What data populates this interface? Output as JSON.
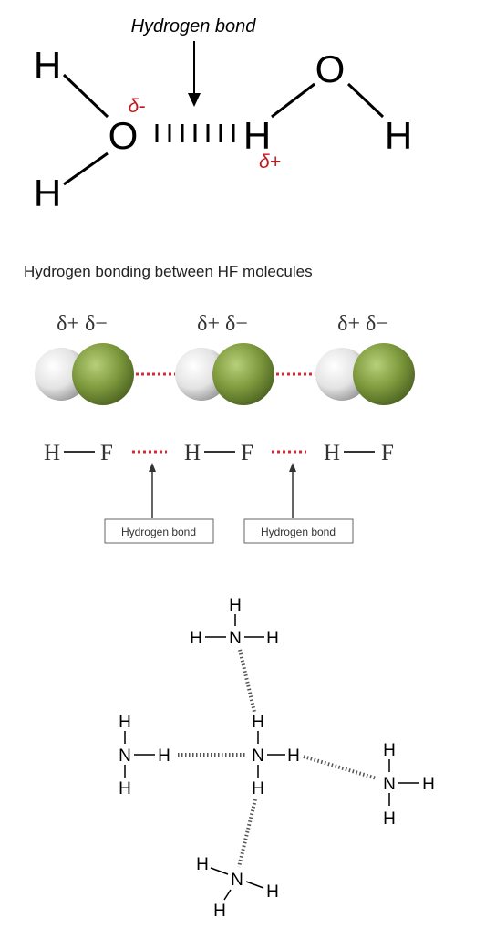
{
  "water": {
    "caption": "Hydrogen bond",
    "atoms": {
      "h_top_left": "H",
      "o_left": "O",
      "h_bottom_left": "H",
      "h_center": "H",
      "o_right": "O",
      "h_right": "H"
    },
    "delta_minus": "δ-",
    "delta_plus": "δ+"
  },
  "hf": {
    "title": "Hydrogen bonding between HF molecules",
    "charge_labels": [
      "δ+ δ−",
      "δ+ δ−",
      "δ+ δ−"
    ],
    "formula": {
      "h1": "H",
      "f1": "F",
      "h2": "H",
      "f2": "F",
      "h3": "H",
      "f3": "F"
    },
    "label_boxes": [
      "Hydrogen bond",
      "Hydrogen bond"
    ],
    "colors": {
      "bond_red": "#d62839",
      "hydrogen_white": "#e6e6e6",
      "fluorine_green": "#7e9a3d"
    }
  },
  "ammonia": {
    "top": {
      "h_top": "H",
      "h_left": "H",
      "n": "N",
      "h_right": "H"
    },
    "center": {
      "h_top": "H",
      "n": "N",
      "h_right": "H",
      "h_bottom": "H"
    },
    "left": {
      "h_top": "H",
      "n": "N",
      "h_right": "H",
      "h_bottom": "H"
    },
    "right": {
      "h_top": "H",
      "n": "N",
      "h_right": "H",
      "h_bottom": "H"
    },
    "bottom": {
      "h_left": "H",
      "n": "N",
      "h_right": "H",
      "h_bottom": "H"
    }
  }
}
